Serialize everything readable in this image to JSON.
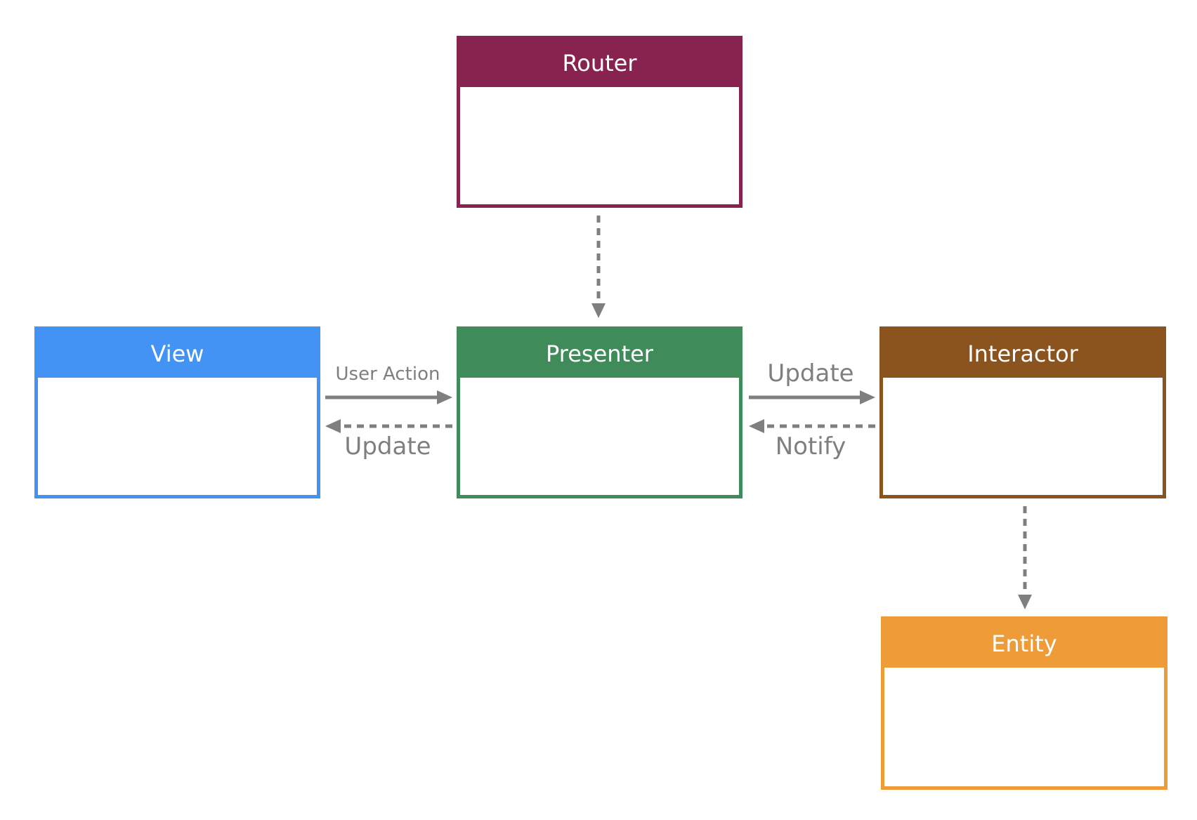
{
  "diagram": {
    "title": "",
    "components": {
      "router": {
        "label": "Router",
        "color": "#882350"
      },
      "view": {
        "label": "View",
        "color": "#4393f5"
      },
      "presenter": {
        "label": "Presenter",
        "color": "#3f8b59"
      },
      "interactor": {
        "label": "Interactor",
        "color": "#8b531d"
      },
      "entity": {
        "label": "Entity",
        "color": "#ee9c38"
      }
    },
    "connectors": [
      {
        "from": "Router",
        "to": "Presenter",
        "style": "dashed",
        "label": ""
      },
      {
        "from": "View",
        "to": "Presenter",
        "style": "solid",
        "label": "User Action"
      },
      {
        "from": "Presenter",
        "to": "View",
        "style": "dashed",
        "label": "Update"
      },
      {
        "from": "Presenter",
        "to": "Interactor",
        "style": "solid",
        "label": "Update"
      },
      {
        "from": "Interactor",
        "to": "Presenter",
        "style": "dashed",
        "label": "Notify"
      },
      {
        "from": "Interactor",
        "to": "Entity",
        "style": "dashed",
        "label": ""
      }
    ],
    "arrow_color": "#7f7f7f"
  }
}
